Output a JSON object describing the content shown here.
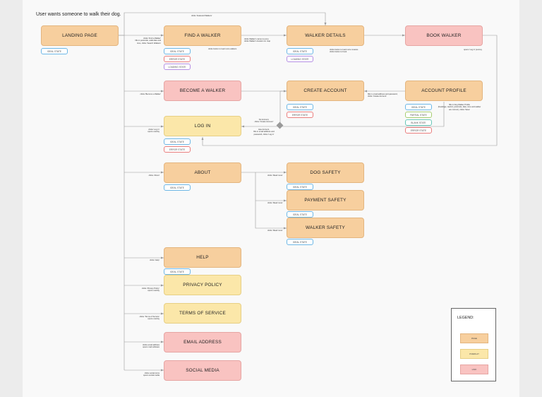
{
  "title": "User wants someone to walk their dog.",
  "nodes": {
    "landing": "LANDING PAGE",
    "find_walker": "FIND A WALKER",
    "walker_details": "WALKER DETAILS",
    "book_walker": "BOOK WALKER",
    "become_walker": "BECOME A WALKER",
    "create_account": "CREATE ACCOUNT",
    "account_profile": "ACCOUNT PROFILE",
    "log_in": "LOG IN",
    "about": "ABOUT",
    "dog_safety": "DOG SAFETY",
    "payment_safety": "PAYMENT SAFETY",
    "walker_safety": "WALKER SAFETY",
    "help": "HELP",
    "privacy_policy": "PRIVACY POLICY",
    "terms_of_service": "TERMS OF SERVICE",
    "email_address": "EMAIL ADDRESS",
    "social_media": "SOCIAL MEDIA"
  },
  "states": {
    "ideal": "IDEAL STATE",
    "error": "ERROR STATE",
    "loading": "LOADING STATE",
    "partial": "PARTIAL STATE",
    "blank": "BLANK STATE"
  },
  "annotations": {
    "featured": "clicks 'Featured Walkers'",
    "find_walker": [
      "clicks 'Find a Walker'",
      "fills in postcode, walk date and",
      "time, clicks 'Search Walkers'"
    ],
    "select_walker": [
      "clicks Walker's name to jump",
      "clicks Walker's location on map"
    ],
    "load_more": "clicks button to load more walkers",
    "book_more": [
      "clicks button to load more reviews",
      "clicks button to book"
    ],
    "login_or_journey": "opens 'Log in' journey",
    "become_walker": "clicks 'Become a Walker'",
    "create_account": [
      "fills in email address and password,",
      "clicks 'Create Account'"
    ],
    "profile": [
      "fills in Dog Walker Profile",
      "(bookings, rewind, postcode, date, time and walker",
      "are correct), clicks 'Save'"
    ],
    "no_account": [
      "No Account,",
      "clicks 'Create Account'"
    ],
    "has_account": [
      "Has Account,",
      "fills in email address and",
      "password, clicks 'Log in'"
    ],
    "log_in": [
      "clicks 'Log in'",
      "opens overlay"
    ],
    "about": "clicks 'About'",
    "read_more_1": "clicks 'Read more'",
    "read_more_2": "clicks 'Read more'",
    "read_more_3": "clicks 'Read more'",
    "help": "clicks 'Help'",
    "privacy": [
      "clicks 'Privacy Policy'",
      "opens overlay"
    ],
    "terms": [
      "clicks 'Terms of Service'",
      "opens overlay"
    ],
    "email": [
      "clicks email address",
      "opens mail software"
    ],
    "social": [
      "clicks social icons",
      "opens social media"
    ]
  },
  "legend": {
    "title": "LEGEND:",
    "page": "PAGE",
    "overlay": "OVERLAY",
    "link": "LINK"
  },
  "colors": {
    "page": "#f7cf9e",
    "overlay": "#fbe7a9",
    "link": "#f9c3c1",
    "ideal": "#6db7e6",
    "error": "#e97d7d",
    "loading": "#b48ee3",
    "partial": "#a6cc71",
    "blank": "#66c7b7",
    "connector": "#9a9a9a"
  }
}
